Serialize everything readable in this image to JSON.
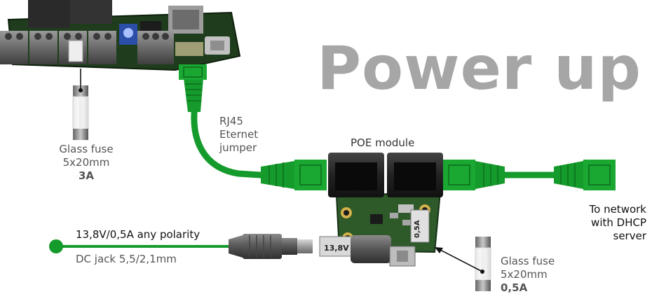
{
  "title": "Power up",
  "fuse_main": {
    "line1": "Glass fuse",
    "line2": "5x20mm",
    "rating": "3A"
  },
  "jumper": {
    "line1": "RJ45",
    "line2": "Eternet",
    "line3": "jumper"
  },
  "poe": {
    "label": "POE module",
    "fuse_marking": "0,5A",
    "terminal_marking": "13,8V"
  },
  "network": {
    "line1": "To network",
    "line2": "with DHCP",
    "line3": "server"
  },
  "power_input": {
    "voltage": "13,8V/0,5A any polarity",
    "jack": "DC jack 5,5/2,1mm"
  },
  "fuse_poe": {
    "line1": "Glass fuse",
    "line2": "5x20mm",
    "rating": "0,5A"
  },
  "colors": {
    "cable": "#159a2c",
    "title": "#a6a6a6",
    "label": "#555555",
    "pcb": "#2e5a2a",
    "connector": "#4a4a4a"
  }
}
